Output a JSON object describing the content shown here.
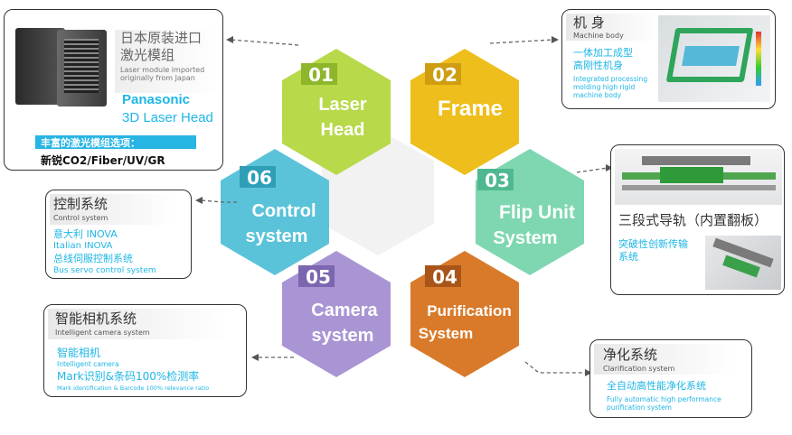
{
  "hexagons": [
    {
      "num": "01",
      "line1": "Laser",
      "line2": "Head",
      "color": "#b7d94a"
    },
    {
      "num": "02",
      "line1": "Frame",
      "line2": "",
      "color": "#edbe1c"
    },
    {
      "num": "03",
      "line1": "Flip Unit",
      "line2": "System",
      "color": "#7ed7b0"
    },
    {
      "num": "04",
      "line1": "Purification",
      "line2": "System",
      "color": "#d97a2a"
    },
    {
      "num": "05",
      "line1": "Camera",
      "line2": "system",
      "color": "#a995d4"
    },
    {
      "num": "06",
      "line1": "Control",
      "line2": "system",
      "color": "#5bc3d9"
    }
  ],
  "laser": {
    "cn1": "日本原装进口",
    "cn2": "激光模组",
    "en1": "Laser module imported",
    "en2": "originally from Japan",
    "brand1": "Panasonic",
    "brand2": "3D Laser Head",
    "options1": "丰富的激光模组选项：",
    "options2": "新锐CO2/Fiber/UV/GR"
  },
  "frame": {
    "cn": "机 身",
    "en": "Machine body",
    "desc_cn1": "一体加工成型",
    "desc_cn2": "高刚性机身",
    "desc_en1": "Integrated processing",
    "desc_en2": "molding high rigid",
    "desc_en3": "machine body"
  },
  "flip": {
    "title": "三段式导轨（内置翻板）",
    "desc1": "突破性创新传输",
    "desc2": "系统"
  },
  "control": {
    "cn": "控制系统",
    "en": "Control system",
    "l1": "意大利 INOVA",
    "l2": "Italian INOVA",
    "l3": "总线伺服控制系统",
    "l4": "Bus servo control system"
  },
  "camera": {
    "cn": "智能相机系统",
    "en": "Intelligent camera system",
    "l1": "智能相机",
    "l2": "Intelligent camera",
    "l3": "Mark识别&条码100%检测率",
    "l4": "Mark identification & Barcode 100% relevance ratio"
  },
  "purify": {
    "cn": "净化系统",
    "en": "Clarification system",
    "l1": "全自动高性能净化系统",
    "l2": "Fully automatic high performance",
    "l3": "purification  system"
  }
}
